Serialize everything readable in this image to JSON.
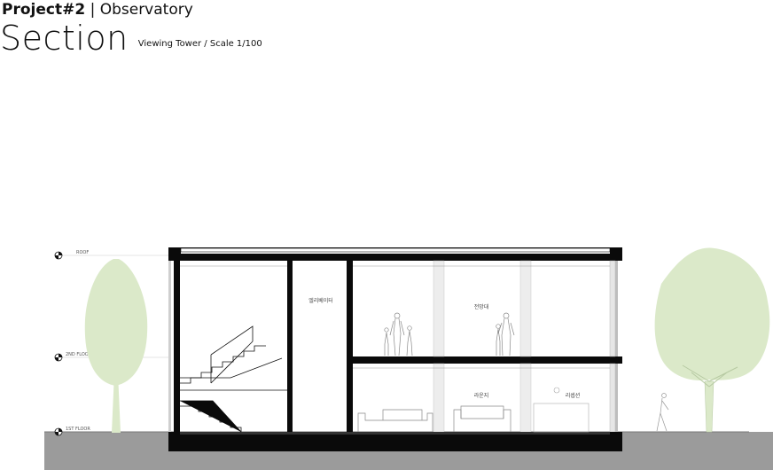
{
  "header": {
    "project": "Project#2",
    "separator": "|",
    "title": "Observatory",
    "drawing_type": "Section",
    "subtitle": "Viewing Tower / Scale 1/100"
  },
  "rooms": {
    "elevator": "엘리베이터",
    "observation_deck": "전망대",
    "lounge": "라운지",
    "reception": "리셉션"
  },
  "levels": {
    "roof": "ROOF",
    "second": "2ND FLOOR",
    "first": "1ST FLOOR"
  },
  "colors": {
    "tree": "#dbe9c9",
    "ground": "#9b9b9b",
    "wall": "#0a0a0a",
    "glass": "#e6e6e6"
  }
}
